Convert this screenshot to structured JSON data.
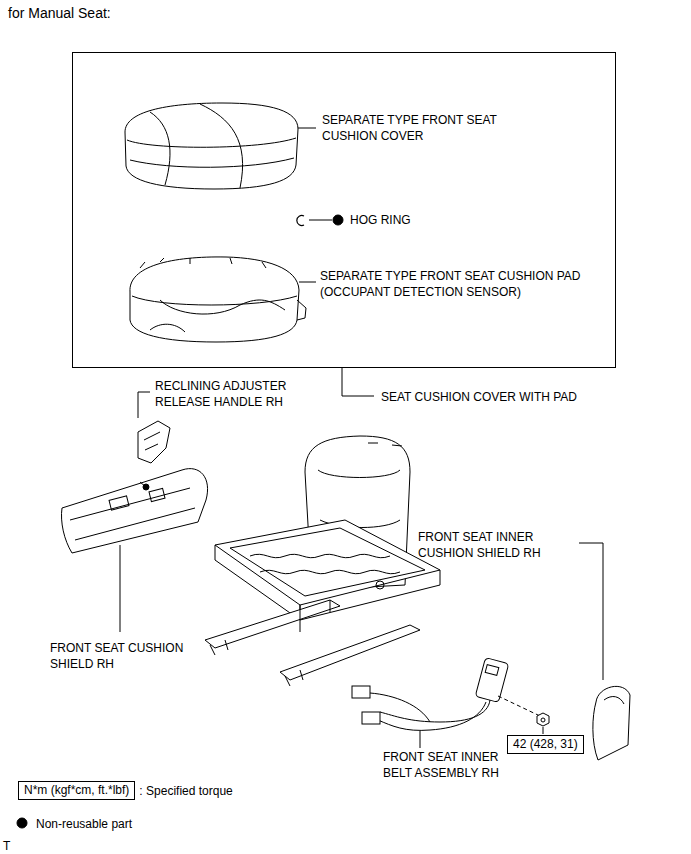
{
  "diagram": {
    "title": "for Manual Seat:",
    "nodes": [
      {
        "text": [
          "SEAT CUSHION COVER WITH PAD"
        ]
      },
      {
        "text": [
          "42 (428, 31)"
        ]
      },
      {
        "text": [
          "N*m (kgf*cm, ft.*lbf)"
        ]
      }
    ],
    "labels": [
      "SEPARATE TYPE FRONT SEAT CUSHION COVER",
      "HOG RING",
      "SEPARATE TYPE FRONT SEAT CUSHION PAD (OCCUPANT DETECTION SENSOR)",
      "RECLINING ADJUSTER RELEASE HANDLE RH",
      "FRONT SEAT INNER CUSHION SHIELD RH",
      "FRONT SEAT CUSHION SHIELD RH",
      "FRONT SEAT INNER BELT ASSEMBLY RH",
      "T"
    ],
    "legend": [
      {
        "text": ": Specified torque"
      },
      {
        "text": "Non-reusable part"
      }
    ]
  }
}
